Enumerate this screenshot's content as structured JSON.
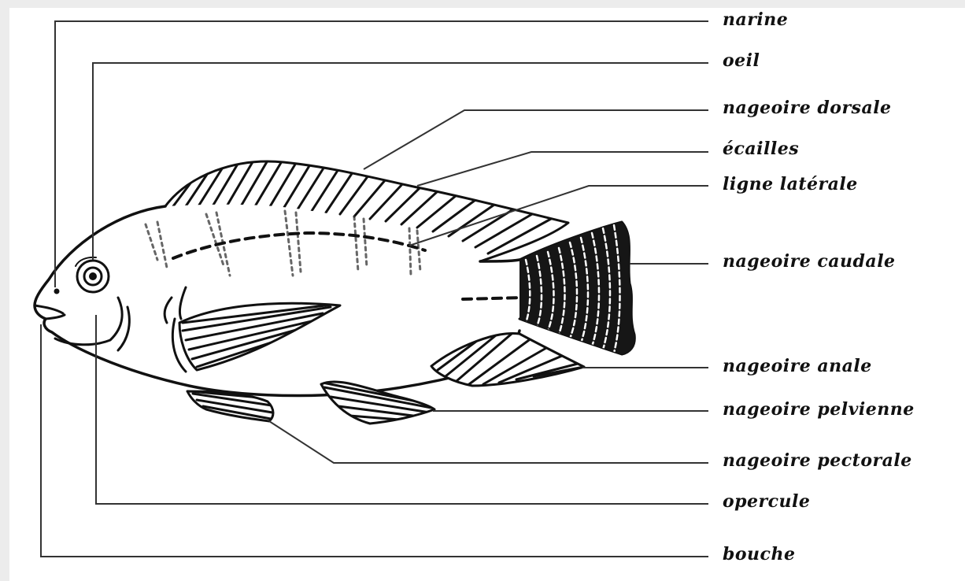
{
  "colors": {
    "line": "#333333",
    "ink": "#111111",
    "background": "#ffffff"
  },
  "labels": {
    "narine": "narine",
    "oeil": "oeil",
    "nageoire_dorsale": "nageoire dorsale",
    "ecailles": "écailles",
    "ligne_laterale": "ligne latérale",
    "nageoire_caudale": "nageoire caudale",
    "nageoire_anale": "nageoire anale",
    "nageoire_pelvienne": "nageoire pelvienne",
    "nageoire_pectorale": "nageoire pectorale",
    "opercule": "opercule",
    "bouche": "bouche"
  }
}
